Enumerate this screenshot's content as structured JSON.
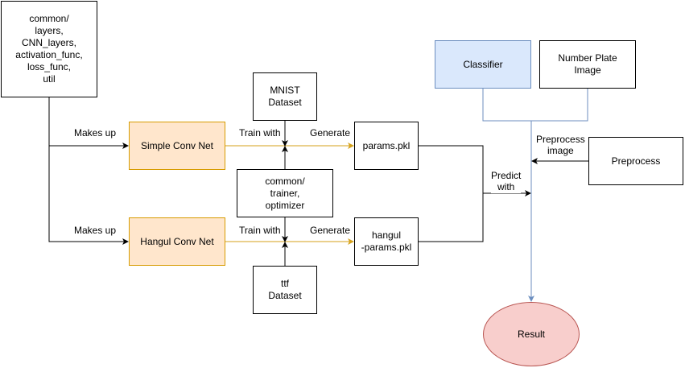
{
  "nodes": {
    "common_layers": "common/\nlayers,\nCNN_layers,\nactivation_func,\nloss_func,\nutil",
    "simple_conv_net": "Simple Conv Net",
    "hangul_conv_net": "Hangul Conv Net",
    "mnist_dataset": "MNIST\nDataset",
    "common_trainer": "common/\ntrainer,\noptimizer",
    "ttf_dataset": "ttf\nDataset",
    "params_pkl": "params.pkl",
    "hangul_params_pkl": "hangul\n-params.pkl",
    "classifier": "Classifier",
    "number_plate_image": "Number Plate\nImage",
    "preprocess": "Preprocess",
    "result": "Result"
  },
  "edge_labels": {
    "makes_up_top": "Makes up",
    "makes_up_bottom": "Makes up",
    "train_with_top": "Train with",
    "train_with_bottom": "Train with",
    "generate_top": "Generate",
    "generate_bottom": "Generate",
    "predict_with": "Predict\nwith",
    "preprocess_image": "Preprocess\nimage"
  },
  "colors": {
    "orange_fill": "#ffe6cc",
    "orange_stroke": "#d79b00",
    "blue_fill": "#dae8fc",
    "blue_stroke": "#6c8ebf",
    "red_fill": "#f8cecc",
    "red_stroke": "#b85450",
    "train_edge": "#d6a21a",
    "predict_edge": "#6c8ebf"
  }
}
